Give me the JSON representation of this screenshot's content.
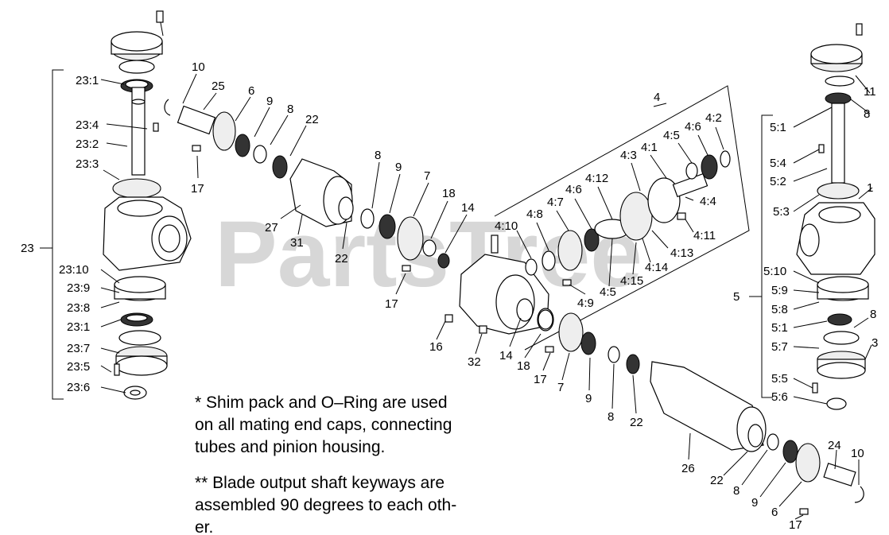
{
  "watermark": "PartsTree",
  "callouts": [
    "23:1",
    "23:4",
    "23:2",
    "23:3",
    "23",
    "23:10",
    "23:9",
    "23:8",
    "23:1",
    "23:7",
    "23:5",
    "23:6",
    "10",
    "25",
    "6",
    "9",
    "8",
    "22",
    "17",
    "27",
    "31",
    "22",
    "8",
    "9",
    "7",
    "18",
    "14",
    "17",
    "4:10",
    "4:8",
    "4:7",
    "4:6",
    "4:12",
    "4:3",
    "4:1",
    "4:5",
    "4:6",
    "4:2",
    "4",
    "4:4",
    "4:11",
    "4:13",
    "4:14",
    "4:15",
    "4:5",
    "4:9",
    "16",
    "32",
    "14",
    "18",
    "17",
    "7",
    "9",
    "8",
    "22",
    "26",
    "22",
    "8",
    "9",
    "6",
    "17",
    "24",
    "10",
    "11",
    "8",
    "5:1",
    "5:4",
    "5:2",
    "5:3",
    "1",
    "5",
    "5:10",
    "5:9",
    "5:8",
    "5:1",
    "5:7",
    "5:5",
    "5:6",
    "8",
    "3"
  ],
  "notes": {
    "note1_l1": "* Shim pack and O–Ring are used",
    "note1_l2": "on all mating end caps, connecting",
    "note1_l3": "tubes and pinion housing.",
    "note2_l1": "** Blade output shaft keyways are",
    "note2_l2": "assembled 90 degrees to each oth-",
    "note2_l3": "er."
  },
  "colors": {
    "ink": "#000000",
    "watermark": "#d7d7d7",
    "background": "#ffffff"
  }
}
